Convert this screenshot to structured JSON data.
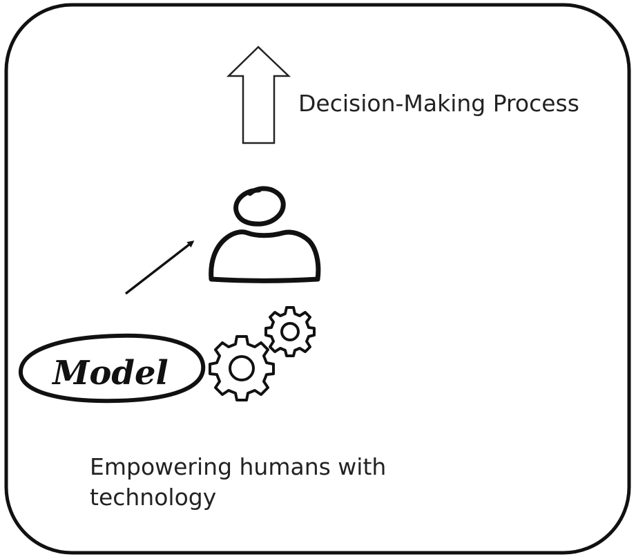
{
  "diagram": {
    "arrow_label": "Decision-Making Process",
    "model_label": "Model",
    "caption": "Empowering humans with\ntechnology"
  },
  "icons": {
    "up_arrow": "up-arrow-icon",
    "person": "person-icon",
    "pointer_arrow": "diagonal-arrow-icon",
    "gears": "gears-icon"
  },
  "colors": {
    "stroke": "#111111",
    "text": "#222222",
    "background": "#ffffff"
  }
}
